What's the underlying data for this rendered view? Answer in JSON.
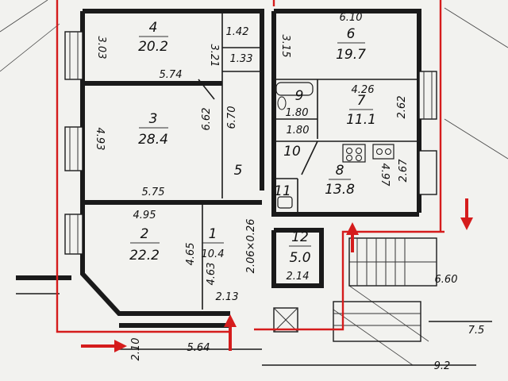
{
  "rooms": [
    {
      "number": "1",
      "area": "10.4"
    },
    {
      "number": "2",
      "area": "22.2"
    },
    {
      "number": "3",
      "area": "28.4"
    },
    {
      "number": "4",
      "area": "20.2"
    },
    {
      "number": "5",
      "area": ""
    },
    {
      "number": "6",
      "area": "19.7"
    },
    {
      "number": "7",
      "area": "11.1"
    },
    {
      "number": "8",
      "area": "13.8"
    },
    {
      "number": "9",
      "area": "1.80"
    },
    {
      "number": "10",
      "area": ""
    },
    {
      "number": "11",
      "area": ""
    },
    {
      "number": "12",
      "area": "5.0"
    }
  ],
  "dimensions": {
    "d303": "3.03",
    "d574": "5.74",
    "d321": "3.21",
    "d142": "1.42",
    "d133": "1.33",
    "d315": "3.15",
    "d610": "6.10",
    "d426": "4.26",
    "d262": "2.62",
    "d493": "4.93",
    "d662": "6.62",
    "d670": "6.70",
    "d180": "1.80",
    "d575": "5.75",
    "d497": "4.97",
    "d267": "2.67",
    "d495": "4.95",
    "d465": "4.65",
    "d463": "4.63",
    "d206": "2.06×0.26",
    "d214": "2.14",
    "d660": "6.60",
    "d213": "2.13",
    "d210": "2.10",
    "d564": "5.64",
    "d75": "7.5",
    "d92": "9.2"
  },
  "colors": {
    "boundary": "#d51c1c",
    "walls": "#1a1a1a",
    "paper": "#f2f2ef"
  }
}
